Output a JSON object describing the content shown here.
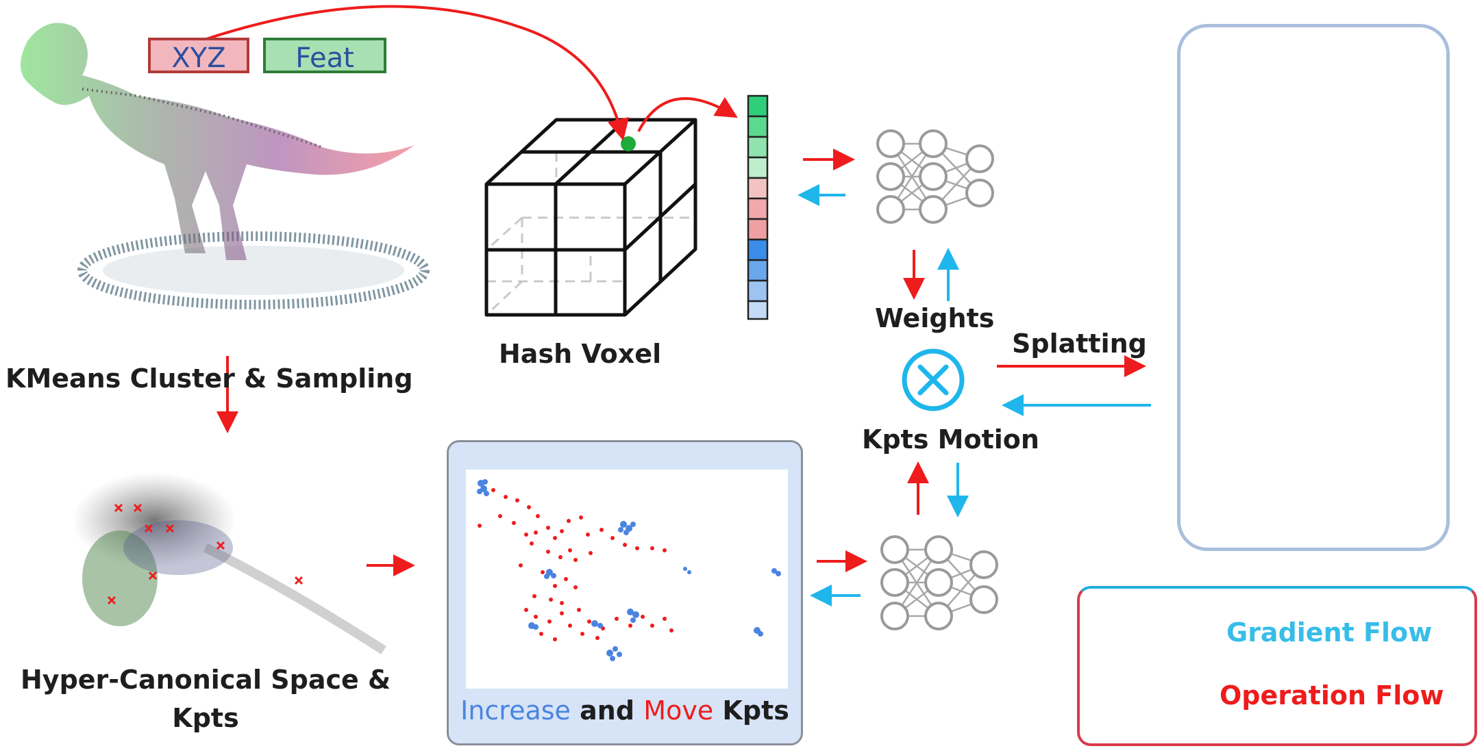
{
  "tags": {
    "xyz": "XYZ",
    "feat": "Feat"
  },
  "labels": {
    "hash_voxel": "Hash Voxel",
    "kmeans": "KMeans Cluster & Sampling",
    "hyper_canonical_line1": "Hyper-Canonical Space &",
    "hyper_canonical_line2": "Kpts",
    "weights": "Weights",
    "kpts_motion": "Kpts Motion",
    "splatting": "Splatting"
  },
  "increase_caption": {
    "increase": "Increase",
    "and": " and ",
    "move": "Move",
    "kpts": " Kpts"
  },
  "legend": {
    "gradient": "Gradient Flow",
    "operation": "Operation Flow"
  },
  "colors": {
    "operation_red": "#ee1c1c",
    "gradient_blue": "#1fb6ec",
    "increase_blue": "#4a84e0",
    "move_red": "#ee1c1c"
  },
  "feature_vector_colors": [
    "#2fcf7a",
    "#5ad98f",
    "#8fe3ae",
    "#bfeecf",
    "#f3c3c3",
    "#f0a8aa",
    "#eea0a3",
    "#3a8de8",
    "#6aa6ec",
    "#9cc3f2"
  ]
}
